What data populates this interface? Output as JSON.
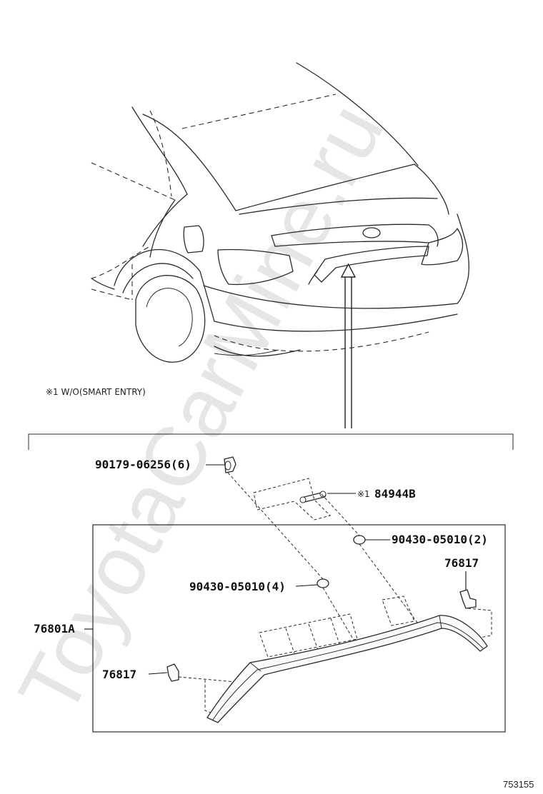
{
  "note": "※1 W/O(SMART ENTRY)",
  "watermark": "ToyotaCarMine.ru",
  "figure_number": "753155",
  "callouts": {
    "clip_top": "90179-06256(6)",
    "emblem_switch": "84944B",
    "emblem_switch_marker": "※1",
    "grommet_right": "90430-05010(2)",
    "grommet_left": "90430-05010(4)",
    "cushion_right": "76817",
    "cushion_left": "76817",
    "garnish_assy": "76801A"
  }
}
